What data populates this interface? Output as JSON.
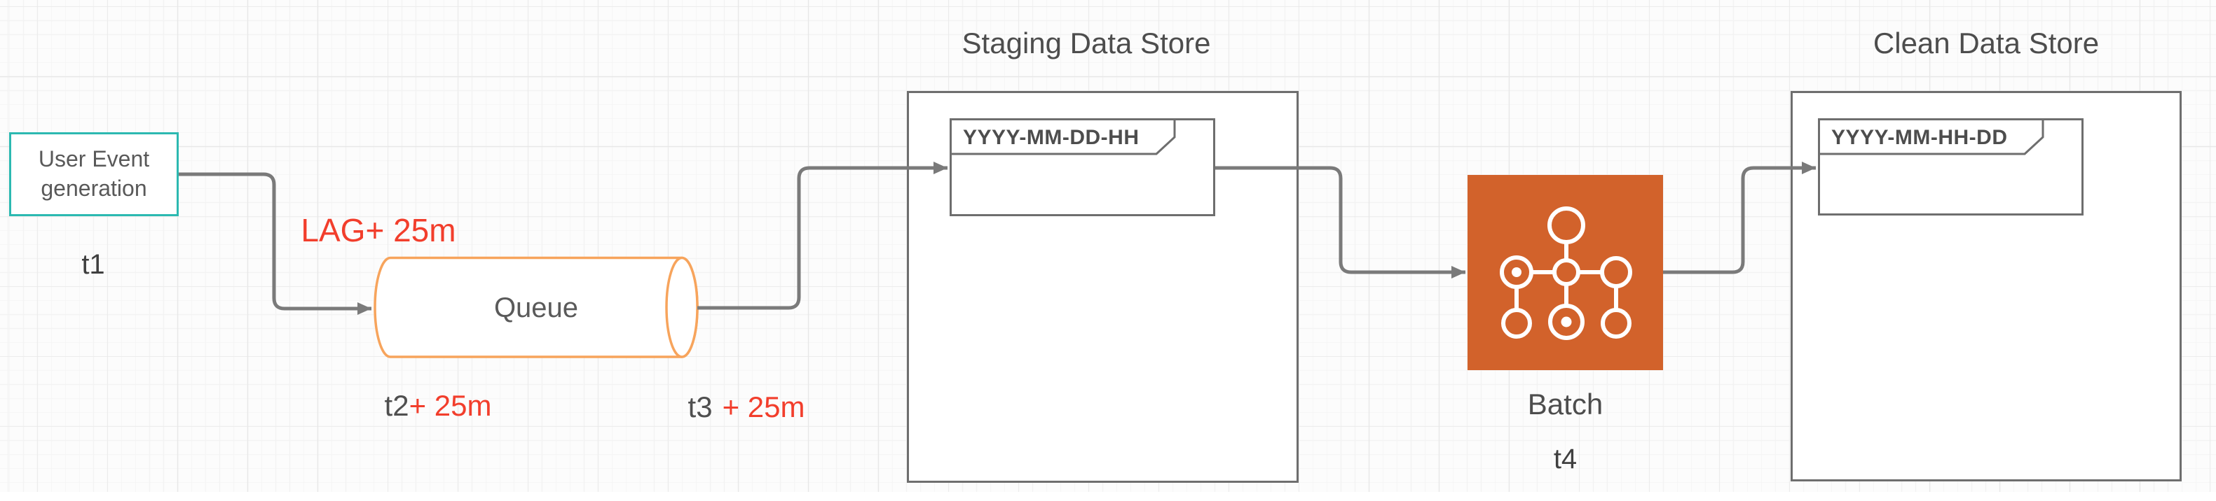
{
  "diagram": {
    "nodes": {
      "user_event": {
        "label": "User Event generation",
        "time_label": "t1"
      },
      "queue": {
        "label": "Queue",
        "entry_time_prefix": "t2",
        "entry_time_suffix": "+ 25m",
        "exit_time_prefix": "t3",
        "exit_time_suffix": "+ 25m"
      },
      "staging_store": {
        "title": "Staging Data Store",
        "partition_label": "YYYY-MM-DD-HH"
      },
      "batch": {
        "label": "Batch",
        "time_label": "t4",
        "icon": "aws-batch-icon"
      },
      "clean_store": {
        "title": "Clean Data Store",
        "partition_label": "YYYY-MM-HH-DD"
      }
    },
    "annotations": {
      "lag_label": "LAG+ 25m"
    },
    "colors": {
      "canvas_bg": "#fcfcfc",
      "grid_minor": "#f3f3f3",
      "grid_major": "#e8e8e8",
      "connector_gray": "#7a7a7a",
      "box_border_gray": "#6e6e6e",
      "user_event_teal": "#2CB9B1",
      "queue_orange": "#F7A45C",
      "batch_orange": "#D2622B",
      "annotation_red": "#F23E2C",
      "text_gray": "#4f4f4f"
    }
  }
}
